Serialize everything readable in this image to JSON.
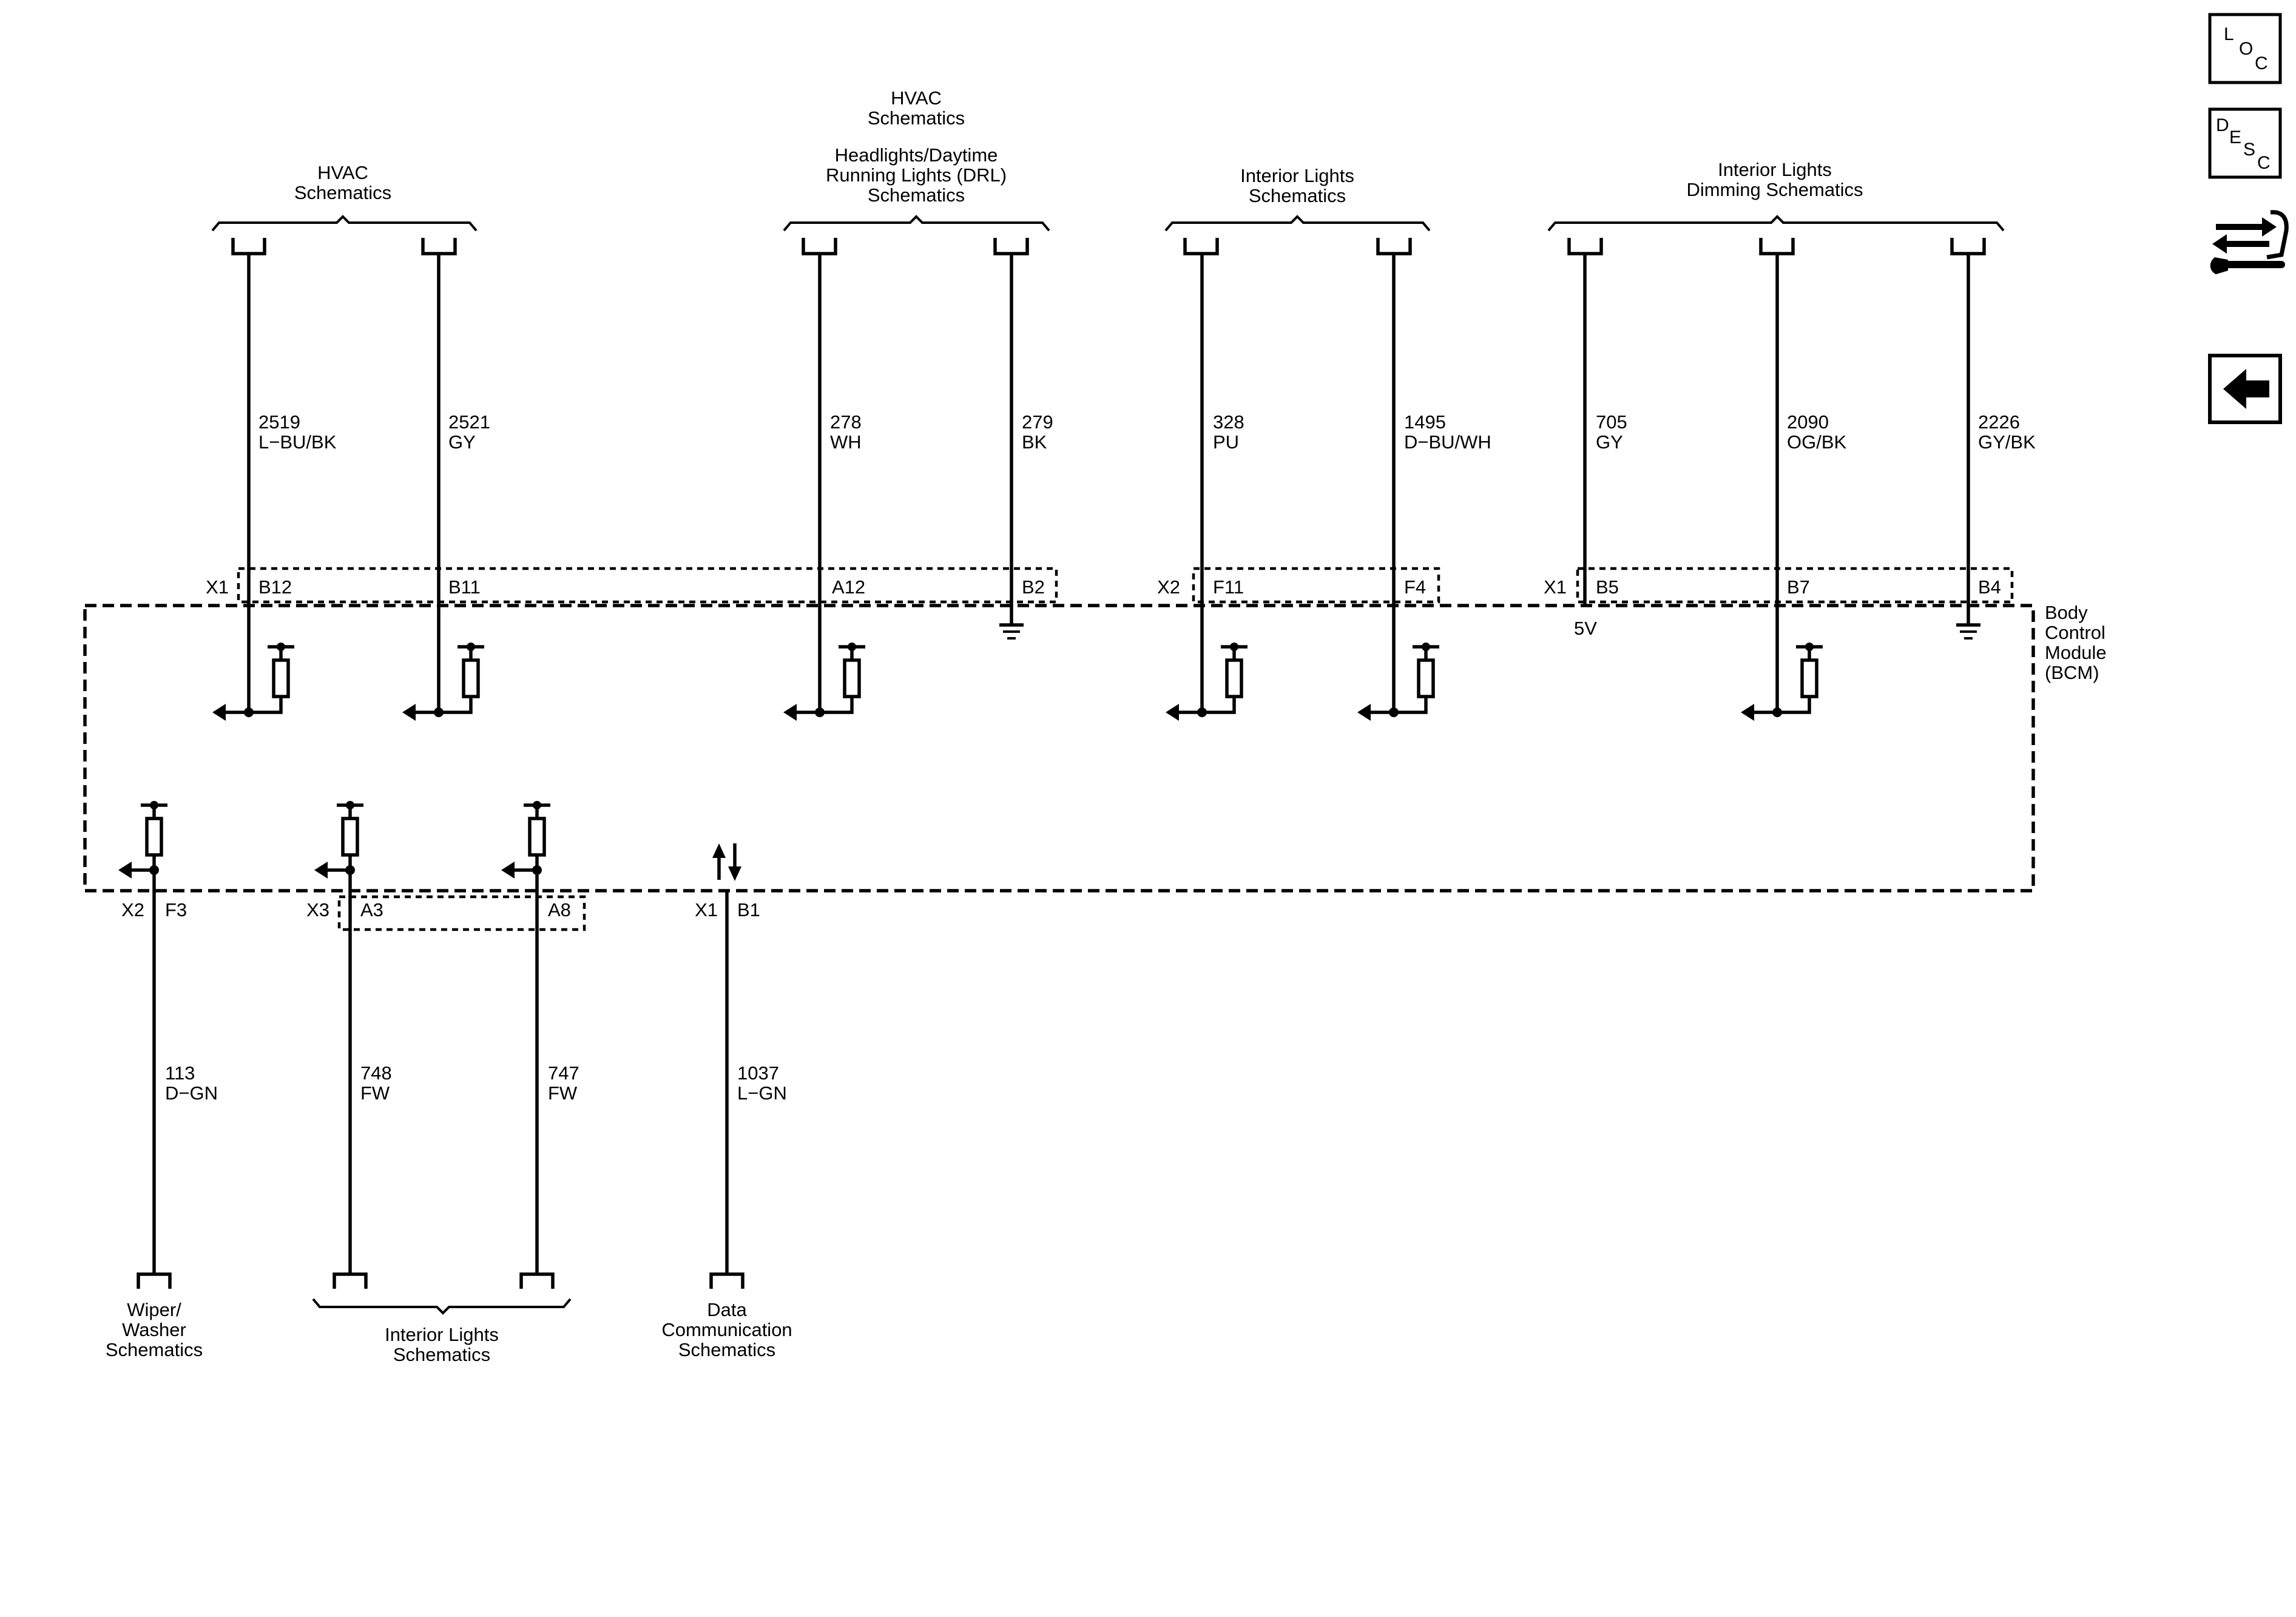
{
  "module": {
    "lines": [
      "Body",
      "Control",
      "Module",
      "(BCM)"
    ],
    "voltage_label": "5V"
  },
  "top_groups": [
    {
      "id": "hvac1",
      "lines": [
        "HVAC",
        "Schematics"
      ]
    },
    {
      "id": "drl",
      "lines": [
        "Headlights/Daytime",
        "Running Lights (DRL)",
        "Schematics"
      ],
      "extra_lines": [
        "HVAC",
        "Schematics"
      ]
    },
    {
      "id": "intlights",
      "lines": [
        "Interior Lights",
        "Schematics"
      ]
    },
    {
      "id": "dimming",
      "lines": [
        "Interior Lights",
        "Dimming Schematics"
      ]
    }
  ],
  "top_circuits": [
    {
      "circuit": "2519",
      "color": "L−BU/BK",
      "connector": "X1",
      "pin": "B12",
      "termination": "input"
    },
    {
      "circuit": "2521",
      "color": "GY",
      "connector": "",
      "pin": "B11",
      "termination": "input"
    },
    {
      "circuit": "278",
      "color": "WH",
      "connector": "",
      "pin": "A12",
      "termination": "input"
    },
    {
      "circuit": "279",
      "color": "BK",
      "connector": "",
      "pin": "B2",
      "termination": "ground"
    },
    {
      "circuit": "328",
      "color": "PU",
      "connector": "X2",
      "pin": "F11",
      "termination": "input"
    },
    {
      "circuit": "1495",
      "color": "D−BU/WH",
      "connector": "",
      "pin": "F4",
      "termination": "input"
    },
    {
      "circuit": "705",
      "color": "GY",
      "connector": "X1",
      "pin": "B5",
      "termination": "5V"
    },
    {
      "circuit": "2090",
      "color": "OG/BK",
      "connector": "",
      "pin": "B7",
      "termination": "input"
    },
    {
      "circuit": "2226",
      "color": "GY/BK",
      "connector": "",
      "pin": "B4",
      "termination": "ground"
    }
  ],
  "bottom_circuits": [
    {
      "circuit": "113",
      "color": "D−GN",
      "connector": "X2",
      "pin": "F3",
      "termination": "input"
    },
    {
      "circuit": "748",
      "color": "FW",
      "connector": "X3",
      "pin": "A3",
      "termination": "input"
    },
    {
      "circuit": "747",
      "color": "FW",
      "connector": "",
      "pin": "A8",
      "termination": "input"
    },
    {
      "circuit": "1037",
      "color": "L−GN",
      "connector": "X1",
      "pin": "B1",
      "termination": "serial data"
    }
  ],
  "bottom_groups": [
    {
      "id": "wiper",
      "lines": [
        "Wiper/",
        "Washer",
        "Schematics"
      ]
    },
    {
      "id": "intlights-bottom",
      "lines": [
        "Interior Lights",
        "Schematics"
      ]
    },
    {
      "id": "datacomm",
      "lines": [
        "Data",
        "Communication",
        "Schematics"
      ]
    }
  ],
  "nav_icons": [
    {
      "name": "loc-icon",
      "letters": [
        "L",
        "O",
        "C"
      ]
    },
    {
      "name": "desc-icon",
      "letters": [
        "D",
        "E",
        "S",
        "C"
      ]
    },
    {
      "name": "troubleshoot-icon"
    },
    {
      "name": "back-arrow-icon"
    }
  ]
}
